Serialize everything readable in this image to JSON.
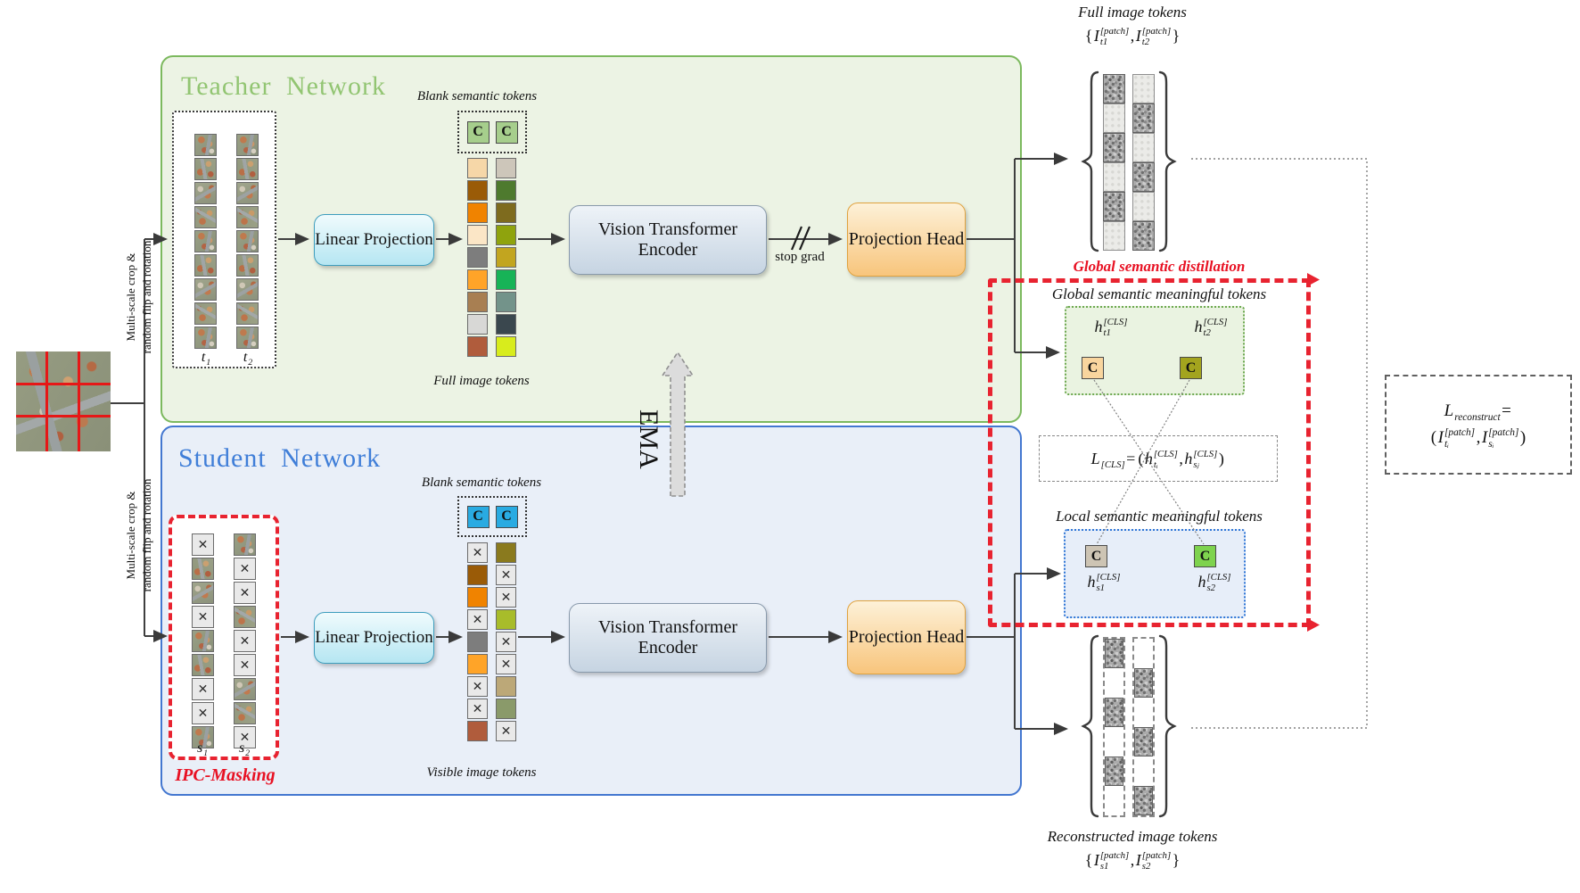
{
  "augmentation": {
    "line1": "Multi-scale crop &",
    "line2": "random flip and rotation"
  },
  "teacher": {
    "title": "Teacher Network",
    "crops": {
      "t1": [
        {
          "b": "t",
          "sub": "1"
        }
      ],
      "t2": [
        {
          "b": "t",
          "sub": "2"
        }
      ]
    },
    "blank_tokens_label": "Blank semantic tokens",
    "full_tokens_label": "Full image tokens",
    "patches_col1": [
      "img",
      "img",
      "img",
      "img",
      "img",
      "img",
      "img",
      "img",
      "img"
    ],
    "patches_col2": [
      "img",
      "img",
      "img",
      "img",
      "img",
      "img",
      "img",
      "img",
      "img"
    ],
    "tokens_col1": [
      "#F6D7A8",
      "#9A5B07",
      "#F08300",
      "#FBE6C6",
      "#7D7D7D",
      "#FFA428",
      "#A87F52",
      "#D8D8D6",
      "#B05C3C"
    ],
    "tokens_col2": [
      "#CDC6BA",
      "#4E7A2E",
      "#7E6B1E",
      "#8FA30D",
      "#C2A51F",
      "#17B357",
      "#73938A",
      "#3A474E",
      "#D8EC1C"
    ]
  },
  "student": {
    "title": "Student Network",
    "ipc_masking_label": "IPC-Masking",
    "crops": {
      "s1": [
        {
          "b": "s",
          "sub": "1"
        }
      ],
      "s2": [
        {
          "b": "s",
          "sub": "2"
        }
      ]
    },
    "blank_tokens_label": "Blank semantic tokens",
    "visible_tokens_label": "Visible image tokens",
    "patches_col1": [
      "X",
      "img",
      "img",
      "X",
      "img",
      "img",
      "X",
      "X",
      "img"
    ],
    "patches_col2": [
      "img",
      "X",
      "X",
      "img",
      "X",
      "X",
      "img",
      "img",
      "X"
    ],
    "tokens_col1": [
      "X",
      "#9A5B07",
      "#F08300",
      "X",
      "#7D7D7D",
      "#FFA428",
      "X",
      "X",
      "#B05C3C"
    ],
    "tokens_col2": [
      "#8A7A1E",
      "X",
      "X",
      "#A8BC2A",
      "X",
      "X",
      "#BCA878",
      "#8A9A6A",
      "X"
    ]
  },
  "blocks": {
    "linear_projection": "Linear Projection",
    "encoder": "Vision Transformer Encoder",
    "projection_head": "Projection Head",
    "stop_grad": "stop grad",
    "ema": "EMA"
  },
  "cls": {
    "label": "C",
    "teacher_fill": "#A6CE8C",
    "student_fill": "#29ABE2",
    "global_t1_fill": "#F9D59E",
    "global_t2_fill": "#A3A41E",
    "local_s1_fill": "#CDC4B4",
    "local_s2_fill": "#7ED34E"
  },
  "outputs": {
    "full": {
      "title": "Full image tokens",
      "formula": [
        {
          "t": "{"
        },
        {
          "b": "I",
          "sup": "[patch]",
          "sub": "t1"
        },
        {
          "t": ","
        },
        {
          "b": "I",
          "sup": "[patch]",
          "sub": "t2"
        },
        {
          "t": "}"
        }
      ],
      "col1": [
        "noise",
        "light",
        "noise",
        "light",
        "noise",
        "light"
      ],
      "col2": [
        "light",
        "noise",
        "light",
        "noise",
        "light",
        "noise"
      ]
    },
    "reconstructed": {
      "title": "Reconstructed image tokens",
      "formula": [
        {
          "t": "{"
        },
        {
          "b": "I",
          "sup": "[patch]",
          "sub": "s1"
        },
        {
          "t": ","
        },
        {
          "b": "I",
          "sup": "[patch]",
          "sub": "s2"
        },
        {
          "t": "}"
        }
      ],
      "col1": [
        "noise",
        "empty",
        "noise",
        "empty",
        "noise",
        "empty"
      ],
      "col2": [
        "empty",
        "noise",
        "empty",
        "noise",
        "empty",
        "noise"
      ]
    }
  },
  "distillation": {
    "banner": "Global semantic distillation",
    "global_title": "Global semantic meaningful tokens",
    "local_title": "Local semantic meaningful tokens",
    "h_t1": [
      {
        "b": "h",
        "sup": "[CLS]",
        "sub": "t1"
      }
    ],
    "h_t2": [
      {
        "b": "h",
        "sup": "[CLS]",
        "sub": "t2"
      }
    ],
    "h_s1": [
      {
        "b": "h",
        "sup": "[CLS]",
        "sub": "s1"
      }
    ],
    "h_s2": [
      {
        "b": "h",
        "sup": "[CLS]",
        "sub": "s2"
      }
    ],
    "loss_cls": [
      {
        "b": "L",
        "sub": "[CLS]"
      },
      {
        "t": "="
      },
      {
        "t": "("
      },
      {
        "b": "h",
        "sup": "[CLS]",
        "sub": "tᵢ"
      },
      {
        "t": ","
      },
      {
        "b": "h",
        "sup": "[CLS]",
        "sub": "sⱼ"
      },
      {
        "t": ")"
      }
    ]
  },
  "reconstruction_loss": {
    "line1": [
      {
        "b": "L",
        "sub": "reconstruct"
      },
      {
        "t": "="
      }
    ],
    "line2": [
      {
        "t": "("
      },
      {
        "b": "I",
        "sup": "[patch]",
        "sub": "tᵢ"
      },
      {
        "t": ","
      },
      {
        "b": "I",
        "sup": "[patch]",
        "sub": "sᵢ"
      },
      {
        "t": ")"
      }
    ]
  },
  "icons": {
    "mask": "✕"
  }
}
